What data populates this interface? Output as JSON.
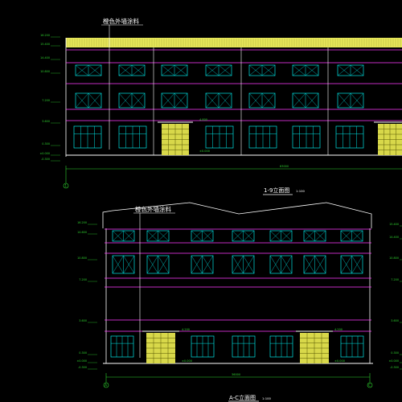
{
  "top": {
    "annotation": "橙色外墙涂料",
    "title": "1-9立面图",
    "scale": "1:100",
    "total_width": "63000",
    "axis_start": "1",
    "levels_left": [
      "16.200",
      "15.400",
      "14.400",
      "10.800",
      "7.200",
      "3.600",
      "0.300",
      "±0.000",
      "-0.300"
    ],
    "door_labels": [
      "4.800",
      "±0.000"
    ]
  },
  "bottom": {
    "annotation": "橙色外墙涂料",
    "title": "A-C立面图",
    "scale": "1:100",
    "total_width": "36000",
    "axis_start": "A",
    "axis_end": "C",
    "levels_left": [
      "16.200",
      "14.600",
      "10.800",
      "7.200",
      "3.600",
      "0.300",
      "±0.000",
      "-0.300"
    ],
    "levels_right": [
      "15.400",
      "14.400",
      "10.800",
      "7.200",
      "3.600",
      "0.300",
      "±0.000",
      "-0.300"
    ],
    "door_labels": [
      "4.200",
      "±0.000"
    ]
  },
  "colors": {
    "background": "#000000",
    "window": "#00e5e5",
    "roof": "#e8e85a",
    "door": "#d8d84a",
    "floorline": "#ff3cff",
    "dimension": "#2fd42f",
    "outline": "#ffffff"
  }
}
